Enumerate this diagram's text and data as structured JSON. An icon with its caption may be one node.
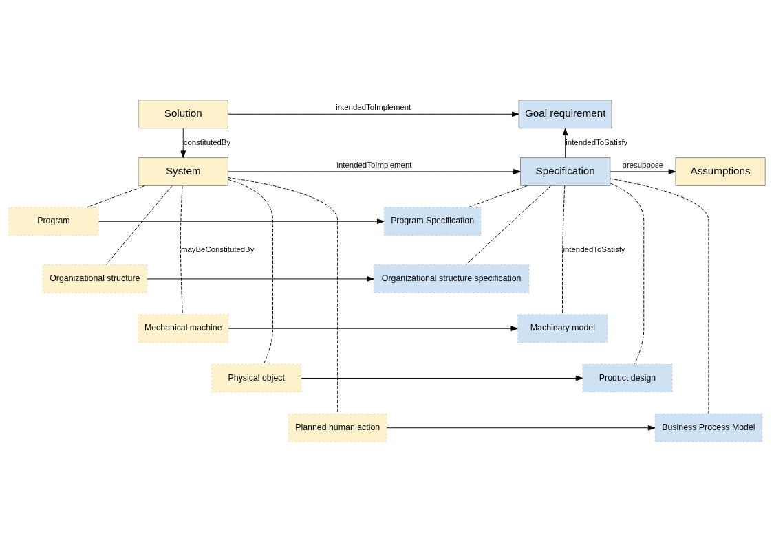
{
  "diagram": {
    "nodes": [
      {
        "text": [
          "Solution"
        ]
      },
      {
        "text": [
          "Goal requirement"
        ]
      },
      {
        "text": [
          "System"
        ]
      },
      {
        "text": [
          "Specification"
        ]
      },
      {
        "text": [
          "Assumptions"
        ]
      },
      {
        "text": [
          "Program"
        ]
      },
      {
        "text": [
          "Program Specification"
        ]
      },
      {
        "text": [
          "Organizational structure"
        ]
      },
      {
        "text": [
          "Organizational structure specification"
        ]
      },
      {
        "text": [
          "Mechanical machine"
        ]
      },
      {
        "text": [
          "Machinary model"
        ]
      },
      {
        "text": [
          "Physical object"
        ]
      },
      {
        "text": [
          "Product design"
        ]
      },
      {
        "text": [
          "Planned human action"
        ]
      },
      {
        "text": [
          "Business Process Model"
        ]
      }
    ],
    "edges": [
      {
        "from": 0,
        "to": 1,
        "arrow": "to",
        "label": "intendedToImplement"
      },
      {
        "from": 0,
        "to": 2,
        "arrow": "to",
        "label": "constitutedBy"
      },
      {
        "from": 3,
        "to": 1,
        "arrow": "to",
        "label": "intendedToSatisfy"
      },
      {
        "from": 2,
        "to": 3,
        "arrow": "to",
        "label": "intendedToImplement"
      },
      {
        "from": 3,
        "to": 4,
        "arrow": "to",
        "label": "presuppose"
      },
      {
        "from": 2,
        "to": 5,
        "arrow": "none",
        "style": "dashed"
      },
      {
        "from": 2,
        "to": 7,
        "arrow": "none",
        "style": "dashed"
      },
      {
        "from": 2,
        "to": 9,
        "arrow": "none",
        "style": "dashed",
        "label": "mayBeConstitutedBy"
      },
      {
        "from": 2,
        "to": 11,
        "arrow": "none",
        "style": "dashed"
      },
      {
        "from": 2,
        "to": 13,
        "arrow": "none",
        "style": "dashed"
      },
      {
        "from": 5,
        "to": 6,
        "arrow": "to"
      },
      {
        "from": 7,
        "to": 8,
        "arrow": "to"
      },
      {
        "from": 9,
        "to": 10,
        "arrow": "to"
      },
      {
        "from": 11,
        "to": 12,
        "arrow": "to"
      },
      {
        "from": 13,
        "to": 14,
        "arrow": "to"
      },
      {
        "from": 3,
        "to": 6,
        "arrow": "none",
        "style": "dashed"
      },
      {
        "from": 3,
        "to": 8,
        "arrow": "none",
        "style": "dashed"
      },
      {
        "from": 3,
        "to": 10,
        "arrow": "none",
        "style": "dashed",
        "label": "intendedToSatisfy"
      },
      {
        "from": 3,
        "to": 12,
        "arrow": "none",
        "style": "dashed"
      },
      {
        "from": 3,
        "to": 14,
        "arrow": "none",
        "style": "dashed"
      }
    ]
  }
}
